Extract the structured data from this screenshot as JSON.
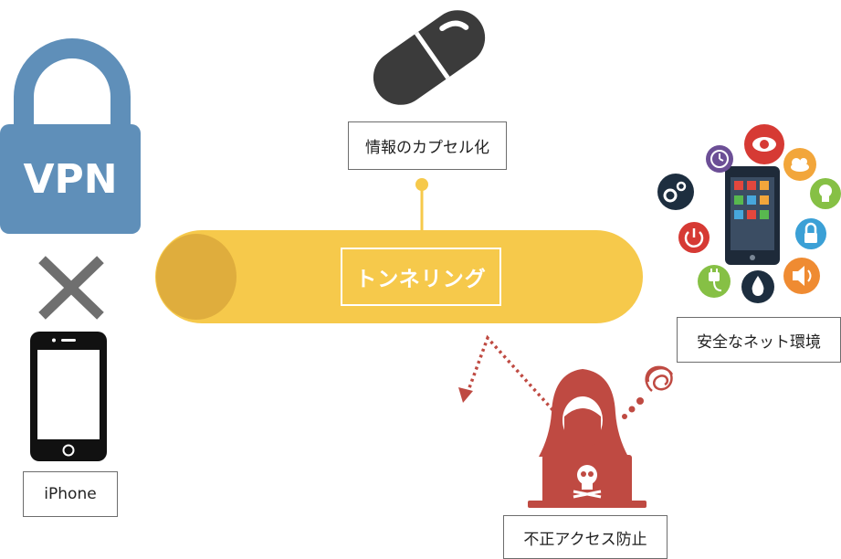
{
  "vpn": {
    "lock_text": "VPN"
  },
  "iphone": {
    "label": "iPhone"
  },
  "capsule": {
    "label": "情報のカプセル化"
  },
  "tunnel": {
    "label": "トンネリング"
  },
  "secure": {
    "label": "安全なネット環境"
  },
  "hacker": {
    "label": "不正アクセス防止"
  },
  "colors": {
    "lock_blue": "#5f8fb9",
    "tunnel_yellow": "#f6c94b",
    "tunnel_end": "#dfad3d",
    "hacker_red": "#bf4a42",
    "cross_gray": "#6f6f6f",
    "capsule_dark": "#3b3b3b",
    "phone_black": "#111111"
  }
}
